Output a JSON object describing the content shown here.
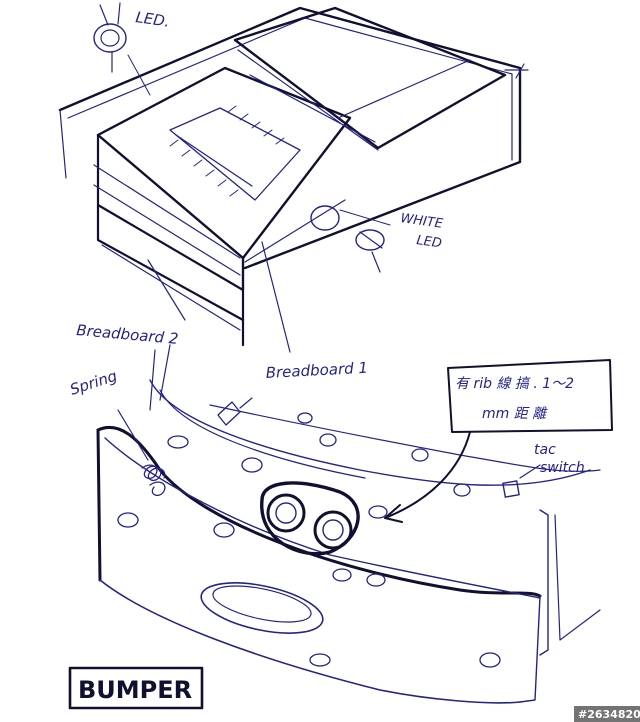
{
  "labels": {
    "led": "LED.",
    "white_led_line1": "WHITE",
    "white_led_line2": "LED",
    "breadboard2": "Breadboard 2",
    "breadboard1": "Breadboard 1",
    "spring": "Spring",
    "note_line1": "有 rib 線 搞 . 1～2",
    "note_line2": "mm 距 離",
    "tac_line1": "tac",
    "tac_line2": "switch",
    "bumper": "BUMPER",
    "watermark": "#2634820"
  },
  "colors": {
    "ink": "#23238a",
    "heavy_ink": "#101030",
    "paper": "#ffffff"
  }
}
